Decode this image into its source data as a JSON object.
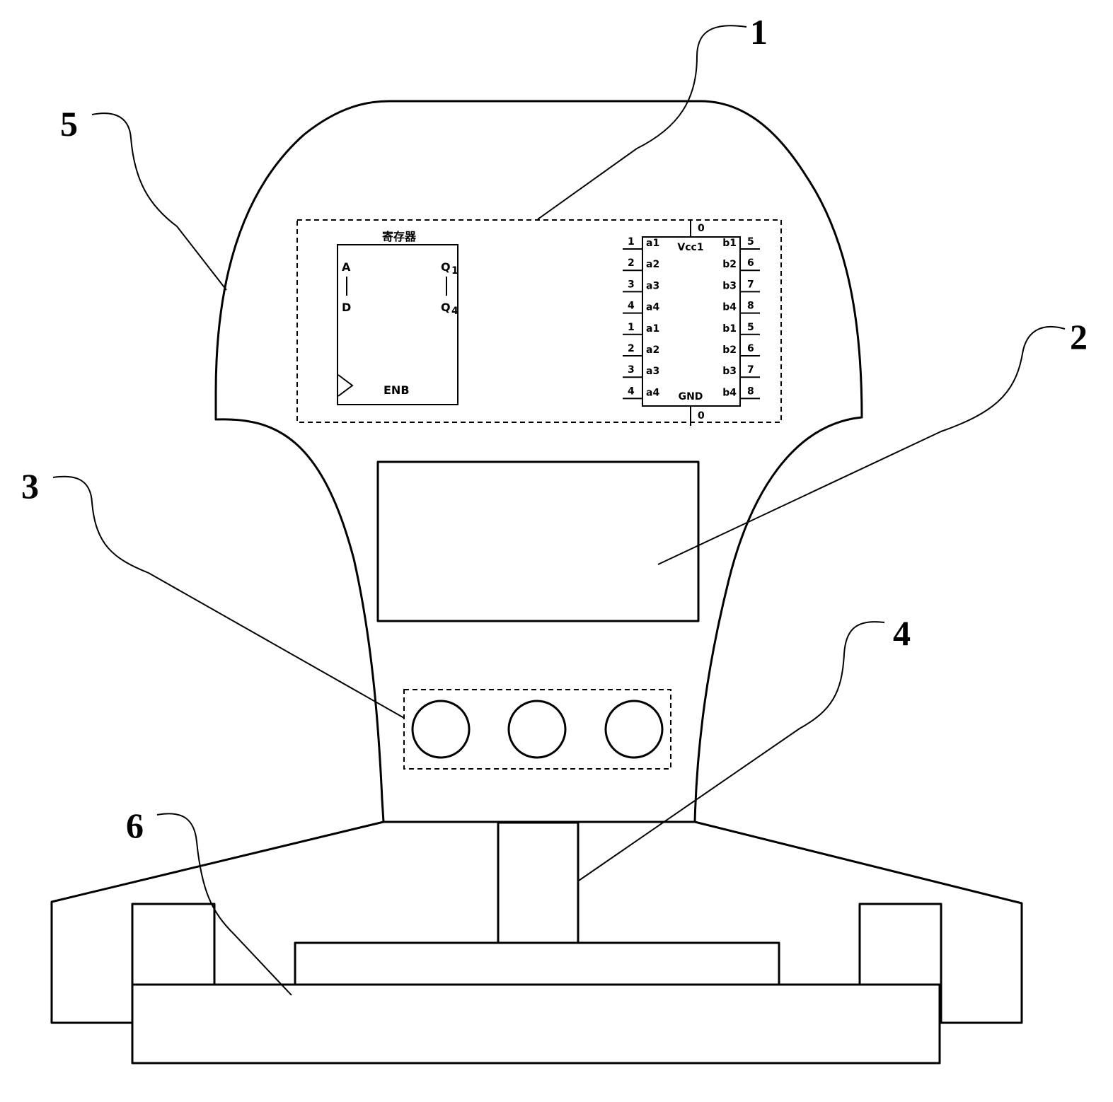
{
  "callouts": {
    "c1": "1",
    "c2": "2",
    "c3": "3",
    "c4": "4",
    "c5": "5",
    "c6": "6"
  },
  "register": {
    "title": "寄存器",
    "pin_a": "A",
    "pin_d": "D",
    "pin_q1": "Q",
    "pin_q1_sub": "1",
    "pin_q4": "Q",
    "pin_q4_sub": "4",
    "pin_enb": "ENB"
  },
  "ic": {
    "top_pin": "0",
    "bottom_pin": "0",
    "vcc": "Vcc1",
    "gnd": "GND",
    "left_numbers": [
      "1",
      "2",
      "3",
      "4",
      "1",
      "2",
      "3",
      "4"
    ],
    "left_labels": [
      "a1",
      "a2",
      "a3",
      "a4",
      "a1",
      "a2",
      "a3",
      "a4"
    ],
    "right_labels": [
      "b1",
      "b2",
      "b3",
      "b4",
      "b1",
      "b2",
      "b3",
      "b4"
    ],
    "right_numbers": [
      "5",
      "6",
      "7",
      "8",
      "5",
      "6",
      "7",
      "8"
    ]
  },
  "buttons": {
    "count": 3
  }
}
